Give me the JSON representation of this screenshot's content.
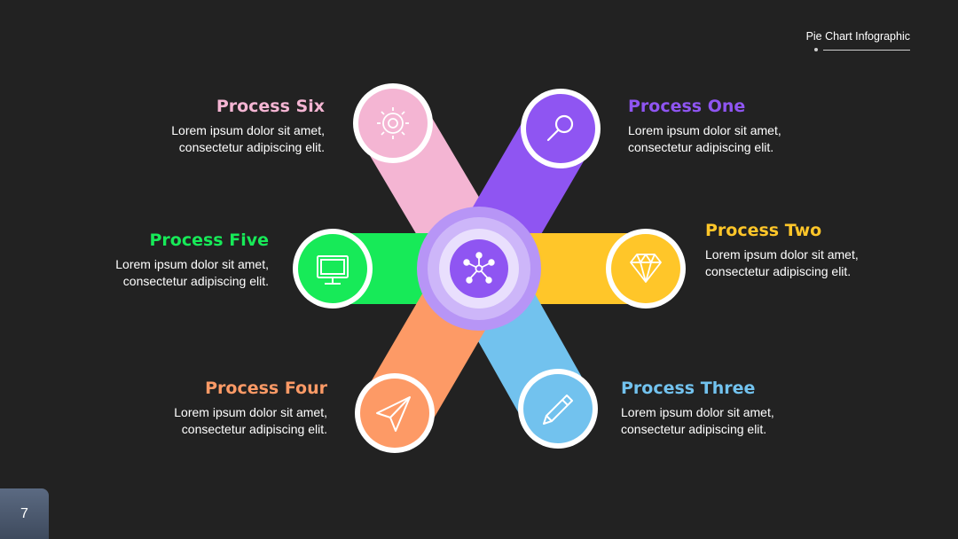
{
  "header": {
    "title": "Pie Chart Infographic"
  },
  "page_number": "7",
  "center_icon": "network-nodes-icon",
  "processes": [
    {
      "title": "Process One",
      "line1": "Lorem ipsum dolor sit amet,",
      "line2": "consectetur adipiscing elit.",
      "color": "#8f55f2",
      "icon": "magnifier-icon"
    },
    {
      "title": "Process Two",
      "line1": "Lorem ipsum dolor sit amet,",
      "line2": "consectetur adipiscing elit.",
      "color": "#ffc629",
      "icon": "diamond-icon"
    },
    {
      "title": "Process Three",
      "line1": "Lorem ipsum dolor sit amet,",
      "line2": "consectetur adipiscing elit.",
      "color": "#72c2ee",
      "icon": "pencil-icon"
    },
    {
      "title": "Process Four",
      "line1": "Lorem ipsum dolor sit amet,",
      "line2": "consectetur adipiscing elit.",
      "color": "#fd9a66",
      "icon": "paper-plane-icon"
    },
    {
      "title": "Process Five",
      "line1": "Lorem ipsum dolor sit amet,",
      "line2": "consectetur adipiscing elit.",
      "color": "#17ea58",
      "icon": "monitor-icon"
    },
    {
      "title": "Process Six",
      "line1": "Lorem ipsum dolor sit amet,",
      "line2": "consectetur adipiscing elit.",
      "color": "#f4b5d3",
      "icon": "gear-icon"
    }
  ]
}
